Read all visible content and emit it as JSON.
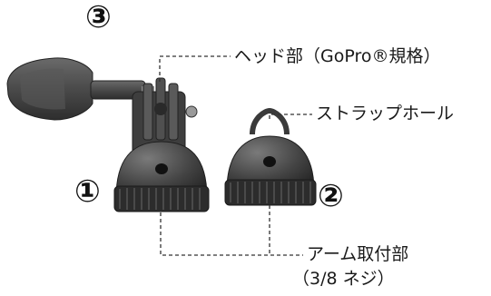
{
  "labels": {
    "head": "ヘッド部（GoPro®規格）",
    "strap_hole": "ストラップホール",
    "arm_mount": "アーム取付部",
    "arm_mount_sub": "（3/8 ネジ）"
  },
  "markers": {
    "one": "①",
    "two": "②",
    "three": "③"
  },
  "colors": {
    "part_dark": "#3a3a3a",
    "part_mid": "#555555",
    "leader_line": "#333333",
    "background": "#ffffff"
  }
}
